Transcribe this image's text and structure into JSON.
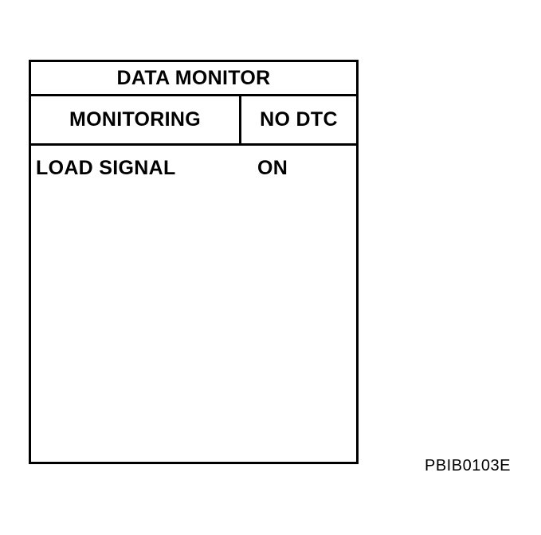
{
  "screen": {
    "title": "DATA MONITOR",
    "status": {
      "left": "MONITORING",
      "right": "NO DTC"
    },
    "signals": [
      {
        "label": "LOAD SIGNAL",
        "value": "ON"
      }
    ]
  },
  "caption": "PBIB0103E",
  "colors": {
    "foreground": "#000000",
    "background": "#ffffff"
  }
}
